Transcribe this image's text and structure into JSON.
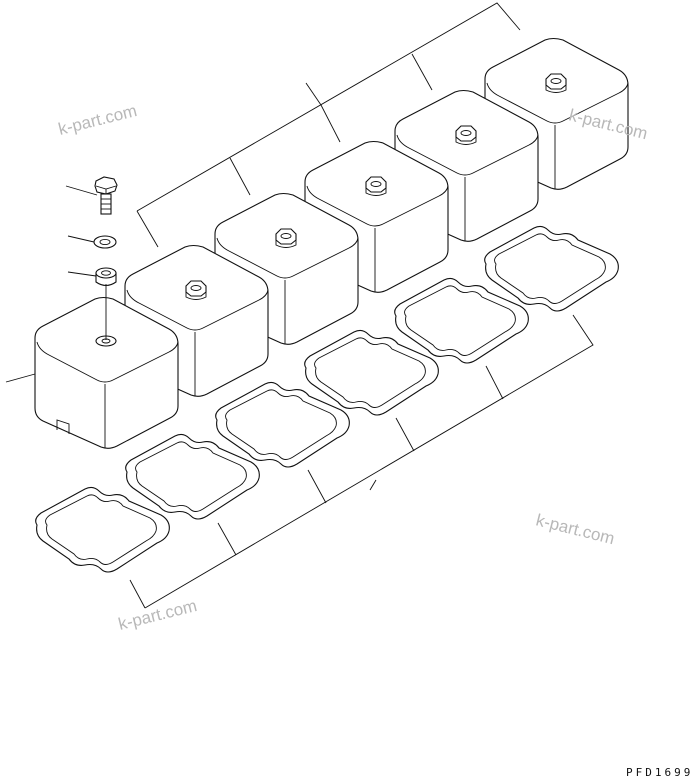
{
  "diagram": {
    "drawing_code": "PFD1699",
    "watermark": "k-part.com",
    "parts": [
      {
        "name": "valve-cover-1"
      },
      {
        "name": "valve-cover-2"
      },
      {
        "name": "valve-cover-3"
      },
      {
        "name": "valve-cover-4"
      },
      {
        "name": "valve-cover-5"
      },
      {
        "name": "valve-cover-6"
      }
    ],
    "colors": {
      "line": "#111111",
      "watermark": "#b8b8b8",
      "background": "#ffffff"
    }
  }
}
